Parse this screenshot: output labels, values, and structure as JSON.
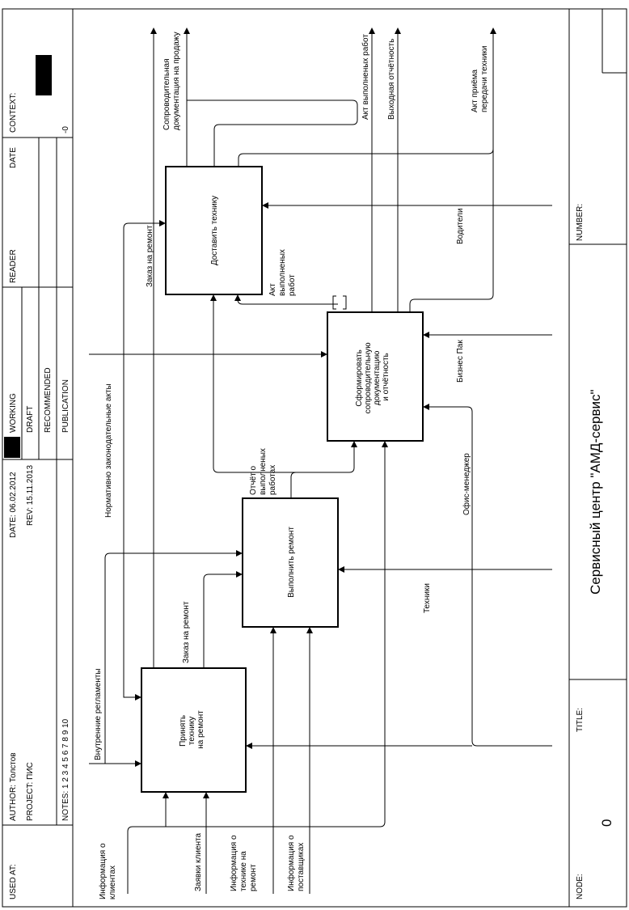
{
  "frame": {
    "used_at_label": "USED AT:",
    "author": "AUTHOR:  Толстов",
    "project": "PROJECT:  ПИС",
    "notes": "NOTES:  1  2  3  4  5  6  7  8  9  10",
    "date": "DATE:  06.02.2012",
    "rev": "REV:   15.11.2013",
    "status": [
      "WORKING",
      "DRAFT",
      "RECOMMENDED",
      "PUBLICATION"
    ],
    "reader_label": "READER",
    "date_label": "DATE",
    "context_label": "CONTEXT:",
    "context_node": "-0",
    "node_label": "NODE:",
    "node_value": "0",
    "title_label": "TITLE:",
    "title_value": "Сервисный центр \"АМД-сервис\"",
    "number_label": "NUMBER:"
  },
  "activities": {
    "a1": [
      "Принять",
      "технику",
      "на ремонт"
    ],
    "a2": [
      "Выполнить ремонт"
    ],
    "a3": [
      "Доставить технику"
    ],
    "a4": [
      "Сформировать",
      "сопроводительную",
      "документацию",
      "и отчётность"
    ]
  },
  "arrows": {
    "in_clients": [
      "Информация о",
      "клиентах"
    ],
    "in_requests": [
      "Заявки клиента"
    ],
    "in_tech_info": [
      "Информация о",
      "технике на",
      "ремонт"
    ],
    "in_suppliers": [
      "Информация о",
      "поставщиках"
    ],
    "ctrl_internal": [
      "Внутренние регламенты"
    ],
    "ctrl_normative": [
      "Нормативно законодательные акты"
    ],
    "order1": [
      "Заказ на ремонт"
    ],
    "order2": [
      "Заказ на ремонт"
    ],
    "report": [
      "Отчёт о",
      "выполненых",
      "работах"
    ],
    "act_small": [
      "Акт",
      "выполненых",
      "работ"
    ],
    "out_docs": [
      "Сопроводительная",
      "документация на продажу"
    ],
    "out_act": [
      "Акт выполненых работ"
    ],
    "out_report": [
      "Выходная отчётность"
    ],
    "out_transfer": [
      "Акт приёма",
      "передачи техники"
    ],
    "mech_drivers": [
      "Водители"
    ],
    "mech_business": [
      "Бизнес Пак"
    ],
    "mech_office": [
      "Офис-менеджер"
    ],
    "mech_techs": [
      "Техники"
    ]
  }
}
